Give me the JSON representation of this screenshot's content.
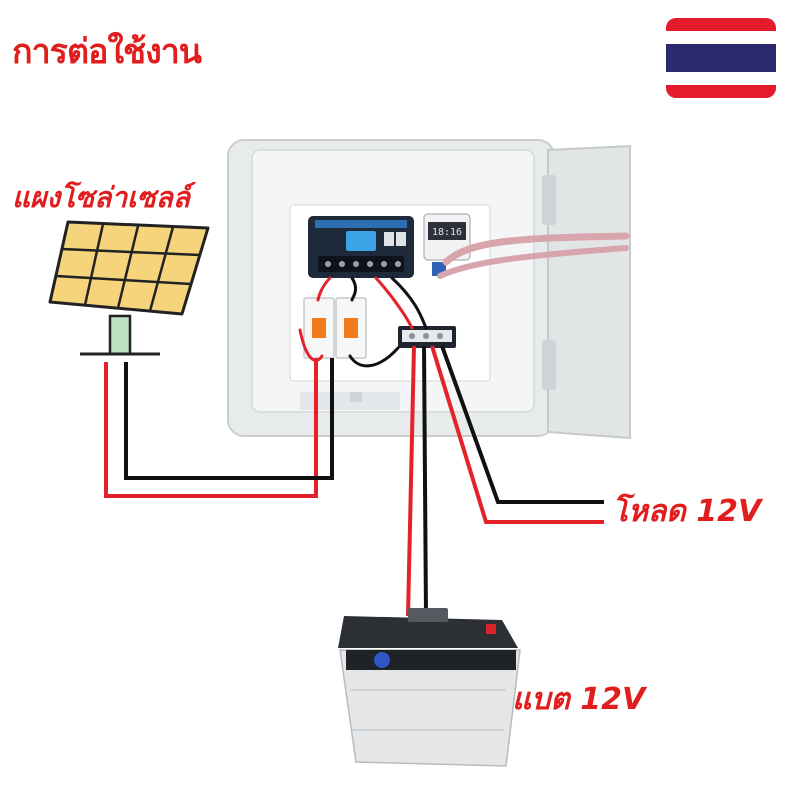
{
  "title": "การต่อใช้งาน",
  "labels": {
    "solar_panel": "แผงโซล่าเซลล์",
    "load": "โหลด 12V",
    "battery": "แบต 12V"
  },
  "controller_display": "18:16",
  "colors": {
    "accent": "#e11d1d",
    "wire_red": "#e4222a",
    "wire_black": "#111111",
    "flag_red": "#e31b2b",
    "flag_blue": "#2c2a6e"
  }
}
